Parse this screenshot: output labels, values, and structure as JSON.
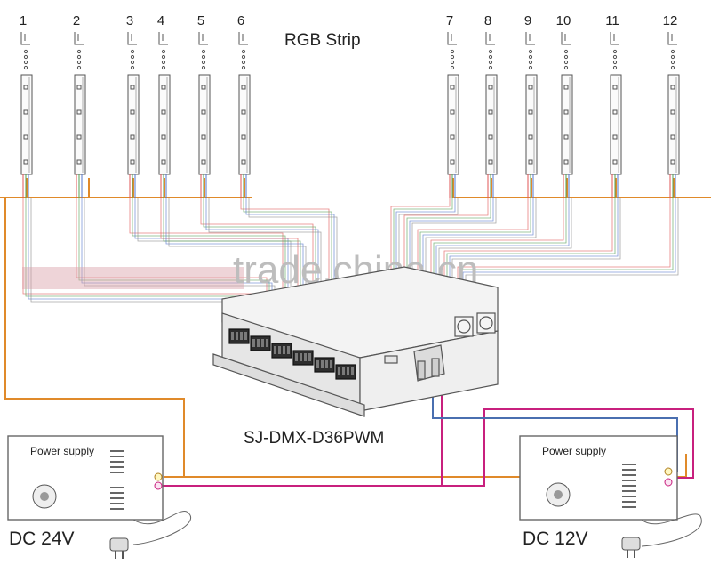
{
  "title": "RGB Strip",
  "controller_label": "SJ-DMX-D36PWM",
  "watermark": "trade.china.cn",
  "strips": [
    {
      "num": "1"
    },
    {
      "num": "2"
    },
    {
      "num": "3"
    },
    {
      "num": "4"
    },
    {
      "num": "5"
    },
    {
      "num": "6"
    },
    {
      "num": "7"
    },
    {
      "num": "8"
    },
    {
      "num": "9"
    },
    {
      "num": "10"
    },
    {
      "num": "11"
    },
    {
      "num": "12"
    }
  ],
  "power_supplies": [
    {
      "title": "Power supply",
      "voltage": "DC 24V"
    },
    {
      "title": "Power supply",
      "voltage": "DC 12V"
    }
  ],
  "colors": {
    "power_wire": "#e08a2a",
    "negative_wire": "#c8207e",
    "data_wire": "#4a6fb0",
    "strip_red": "#e05555",
    "strip_green": "#55a055",
    "strip_blue": "#5577cc",
    "outline": "#555555"
  }
}
